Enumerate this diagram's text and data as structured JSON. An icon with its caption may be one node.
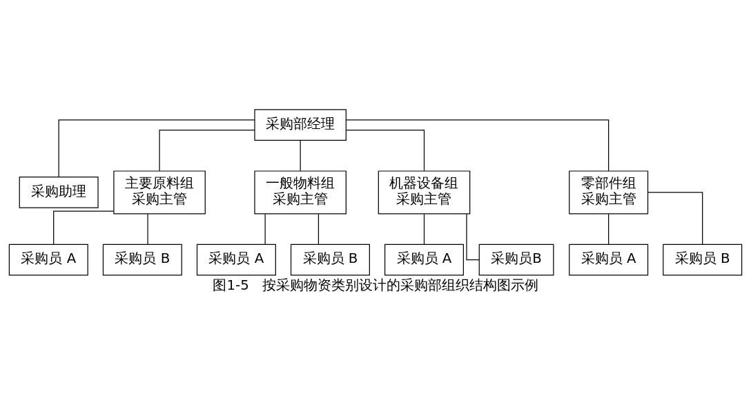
{
  "diagram": {
    "caption": "图1-5   按采购物资类别设计的采购部组织结构图示例",
    "nodes": [
      {
        "text": [
          "采购部经理"
        ]
      },
      {
        "text": [
          "采购助理"
        ]
      },
      {
        "text": [
          "主要原料组",
          "采购主管"
        ]
      },
      {
        "text": [
          "一般物料组",
          "采购主管"
        ]
      },
      {
        "text": [
          "机器设备组",
          "采购主管"
        ]
      },
      {
        "text": [
          "零部件组",
          "采购主管"
        ]
      },
      {
        "text": [
          "采购员 A"
        ]
      },
      {
        "text": [
          "采购员 B"
        ]
      },
      {
        "text": [
          "采购员 A"
        ]
      },
      {
        "text": [
          "采购员 B"
        ]
      },
      {
        "text": [
          "采购员 A"
        ]
      },
      {
        "text": [
          "采购员B"
        ]
      },
      {
        "text": [
          "采购员 A"
        ]
      },
      {
        "text": [
          "采购员 B"
        ]
      }
    ],
    "edges": [
      {
        "from": 0,
        "to": 1,
        "arrow": "none"
      },
      {
        "from": 0,
        "to": 2,
        "arrow": "none"
      },
      {
        "from": 0,
        "to": 3,
        "arrow": "none"
      },
      {
        "from": 0,
        "to": 4,
        "arrow": "none"
      },
      {
        "from": 0,
        "to": 5,
        "arrow": "none"
      },
      {
        "from": 2,
        "to": 6,
        "arrow": "none"
      },
      {
        "from": 2,
        "to": 7,
        "arrow": "none"
      },
      {
        "from": 3,
        "to": 8,
        "arrow": "none"
      },
      {
        "from": 3,
        "to": 9,
        "arrow": "none"
      },
      {
        "from": 4,
        "to": 10,
        "arrow": "none"
      },
      {
        "from": 4,
        "to": 11,
        "arrow": "none"
      },
      {
        "from": 5,
        "to": 12,
        "arrow": "none"
      },
      {
        "from": 5,
        "to": 13,
        "arrow": "none"
      }
    ]
  }
}
